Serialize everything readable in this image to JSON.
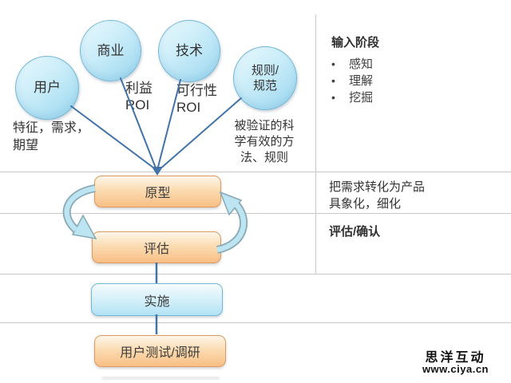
{
  "circles": {
    "user": "用户",
    "business": "商业",
    "tech": "技术",
    "rules": "规则/\n规范"
  },
  "annotations": {
    "user_features": "特征，需求，\n期望",
    "benefit_roi": "利益\nROI",
    "feasibility_roi": "可行性\nROI",
    "validated_methods": "被验证的科\n学有效的方\n法、规则"
  },
  "flow_boxes": {
    "prototype": "原型",
    "evaluate": "评估",
    "implement": "实施",
    "user_test": "用户测试/调研"
  },
  "side_panel": {
    "input_phase_title": "输入阶段",
    "bullet": "•",
    "input_phase_items": [
      "感知",
      "理解",
      "挖掘"
    ],
    "transform_note": "把需求转化为产品\n具象化，细化",
    "confirm_note": "评估/确认"
  },
  "watermark": {
    "brand": "思洋互动",
    "url": "www.ciya.cn"
  },
  "colors": {
    "connector_blue": "#4173a8",
    "circle_fill": "#bfe8f7",
    "circle_border": "#74b7d6",
    "box_orange": "#f8bf85",
    "box_orange_border": "#dd9a60",
    "box_blue": "#b2e3f4",
    "box_blue_border": "#6fb6d9",
    "cycle_arrow_fill": "#bce4f1",
    "divider_gray": "#c8c8c8"
  }
}
